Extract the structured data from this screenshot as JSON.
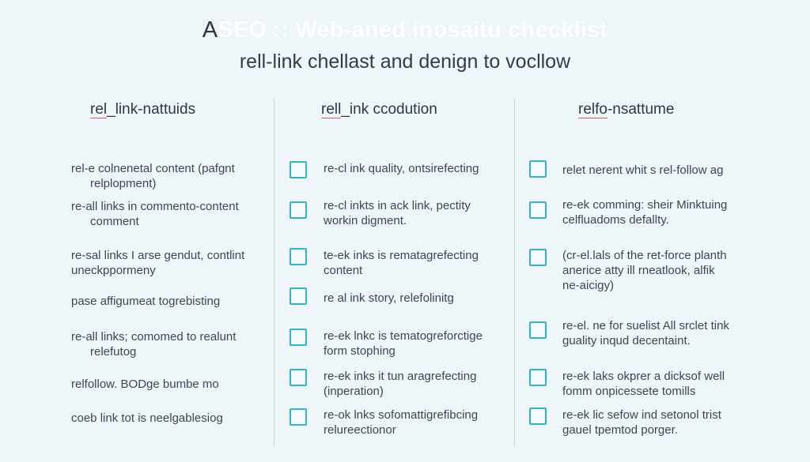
{
  "title": {
    "lead": "A",
    "rest": "SEO :: Web-aned inosaitu checklist"
  },
  "subtitle": "rell-link chellast and denign to vocllow",
  "columns": [
    {
      "heading_a": "rel",
      "heading_b": "_link-nattuids",
      "items": [
        [
          "rel-e colnenetal content (pafgnt",
          "relplopment)"
        ],
        [
          "re-all links in commento-content",
          "comment"
        ],
        [
          "re-sal links I arse gendut, contlint",
          "uneckppormeny"
        ],
        [
          "pase affigumeat togrebisting",
          ""
        ],
        [
          "re-all links; comomed to realunt",
          "relefutog"
        ],
        [
          "relfollow. BODge bumbe mo",
          ""
        ],
        [
          "coeb link tot is neelgablesiog",
          ""
        ]
      ]
    },
    {
      "heading_a": "rell",
      "heading_b": "_ink ccodution",
      "items": [
        [
          "re-cl ink quality, ontsirefecting",
          ""
        ],
        [
          "re-cl inkts in ack link, pectity",
          "workin digment."
        ],
        [
          "te-ek inks is rematagrefecting",
          "content"
        ],
        [
          "re al ink story, relefolinitg",
          ""
        ],
        [
          "re-ek lnkc is tematogreforctige",
          "form stophing"
        ],
        [
          "re-ek inks it tun aragrefecting",
          "(inperation)"
        ],
        [
          "re-ok lnks sofomattigrefibcing",
          "relureectionor"
        ]
      ]
    },
    {
      "heading_a": "relfo",
      "heading_b": "-nsattume",
      "items": [
        [
          "relet nerent whit s rel-follow ag",
          ""
        ],
        [
          "re-ek comming: sheir Minktuing",
          "celfluadoms defallty."
        ],
        [
          "(cr-el.lals of the ret-force planth",
          "anerice atty ill rneatlook, alfik",
          "ne-aicigy)"
        ],
        [
          "re-el. ne for suelist All srclet tink",
          "guality inqud decentaint."
        ],
        [
          "re-ek laks okprer a dicksof well",
          "fomm onpicessete tomills"
        ],
        [
          "re-ek lic sefow ind setonol trist",
          "gauel tpemtod porger."
        ]
      ]
    }
  ]
}
